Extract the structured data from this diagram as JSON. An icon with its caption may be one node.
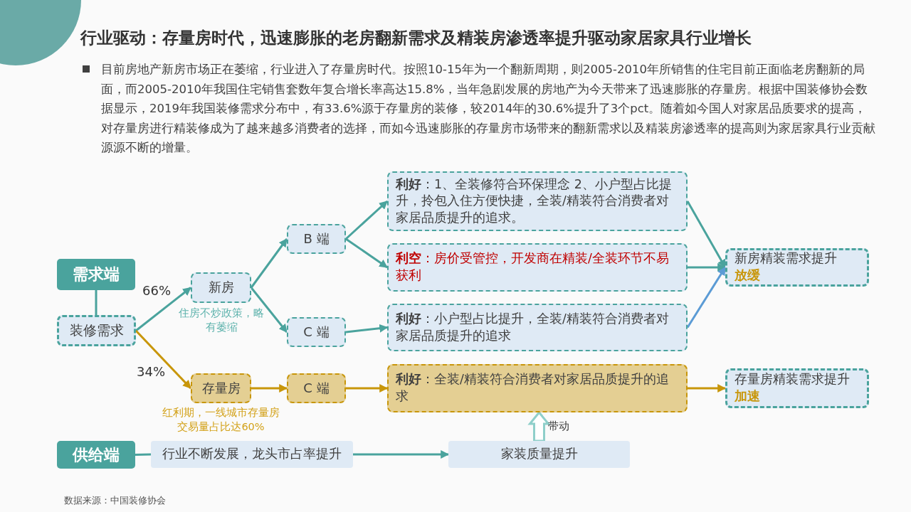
{
  "diagram": {
    "title": "行业驱动：存量房时代，迅速膨胀的老房翻新需求及精装房渗透率提升驱动家居家具行业增长",
    "nodes": [
      {
        "text": [
          "需求端"
        ]
      },
      {
        "text": [
          "装修需求"
        ]
      },
      {
        "text": [
          "新房"
        ],
        "beside": [
          "住房不炒政策，略有萎缩"
        ]
      },
      {
        "text": [
          "存量房"
        ],
        "beside": [
          "红利期，一线城市存量房交易量占比达60%"
        ]
      },
      {
        "text": [
          "B 端"
        ]
      },
      {
        "text": [
          "C 端"
        ]
      },
      {
        "text": [
          "C 端"
        ]
      },
      {
        "text": [
          "**利好**：1、全装修符合环保理念 2、小户型占比提升，拎包入住方便快捷，全装/精装符合消费者对家居品质提升的追求。"
        ]
      },
      {
        "text": [
          "**利空**：房价受管控，开发商在精装/全装环节不易获利"
        ]
      },
      {
        "text": [
          "**利好**：小户型占比提升，全装/精装符合消费者对家居品质提升的追求"
        ]
      },
      {
        "text": [
          "**利好**：全装/精装符合消费者对家居品质提升的追求"
        ]
      },
      {
        "text": [
          "新房精装需求提升",
          "放缓"
        ]
      },
      {
        "text": [
          "存量房精装需求提升",
          "加速"
        ]
      },
      {
        "text": [
          "供给端"
        ]
      },
      {
        "text": [
          "行业不断发展，龙头市占率提升"
        ]
      },
      {
        "text": [
          "家装质量提升"
        ]
      }
    ],
    "edges": [
      {
        "from": 0,
        "to": 1,
        "arrow": "none"
      },
      {
        "from": 1,
        "to": 2,
        "arrow": "to",
        "label": "66%"
      },
      {
        "from": 1,
        "to": 3,
        "arrow": "to",
        "label": "34%",
        "color": "#c8960a"
      },
      {
        "from": 2,
        "to": 4,
        "arrow": "to"
      },
      {
        "from": 2,
        "to": 5,
        "arrow": "to"
      },
      {
        "from": 4,
        "to": 7,
        "arrow": "to"
      },
      {
        "from": 4,
        "to": 8,
        "arrow": "to"
      },
      {
        "from": 5,
        "to": 9,
        "arrow": "to"
      },
      {
        "from": 3,
        "to": 6,
        "arrow": "to",
        "color": "#c8960a"
      },
      {
        "from": 6,
        "to": 10,
        "arrow": "to",
        "color": "#c8960a"
      },
      {
        "from": 7,
        "to": 11,
        "arrow": "to"
      },
      {
        "from": 8,
        "to": 11,
        "arrow": "to"
      },
      {
        "from": 9,
        "to": 11,
        "arrow": "to",
        "color": "#5b9bd5"
      },
      {
        "from": 10,
        "to": 12,
        "arrow": "to",
        "color": "#c8960a"
      },
      {
        "from": 13,
        "to": 14,
        "arrow": "none"
      },
      {
        "from": 14,
        "to": 15,
        "arrow": "to"
      },
      {
        "from": 15,
        "to": 10,
        "arrow": "to",
        "label": "带动",
        "style": "thick"
      }
    ],
    "labels": [
      "目前房地产新房市场正在萎缩，行业进入了存量房时代。按照10-15年为一个翻新周期，则2005-2010年所销售的住宅目前正面临老房翻新的局面，而2005-2010年我国住宅销售套数年复合增长率高达15.8%，当年急剧发展的房地产为今天带来了迅速膨胀的存量房。根据中国装修协会数据显示，2019年我国装修需求分布中，有33.6%源于存量房的装修，较2014年的30.6%提升了3个pct。随着如今国人对家居品质要求的提高，对存量房进行精装修成为了越来越多消费者的选择，而如今迅速膨胀的存量房市场带来的翻新需求以及精装房渗透率的提高则为家居家具行业贡献源源不断的增量。",
      "数据来源：中国装修协会"
    ]
  }
}
